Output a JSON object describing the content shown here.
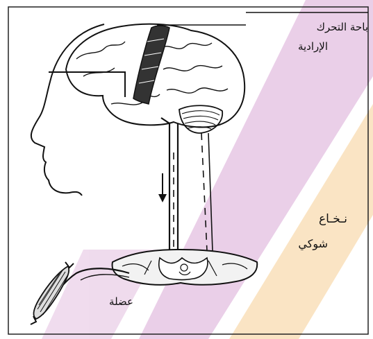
{
  "labels": {
    "motor_area_line1": "باحة التحرك",
    "motor_area_line2": "الإرادية",
    "spinal_cord_line1": "نـخـاع",
    "spinal_cord_line2": "شوكي",
    "muscle": "عضلة"
  },
  "colors": {
    "ink": "#111111",
    "watermark_magenta": "#d9a8d6",
    "watermark_orange": "#f7cf94",
    "background": "#ffffff"
  }
}
